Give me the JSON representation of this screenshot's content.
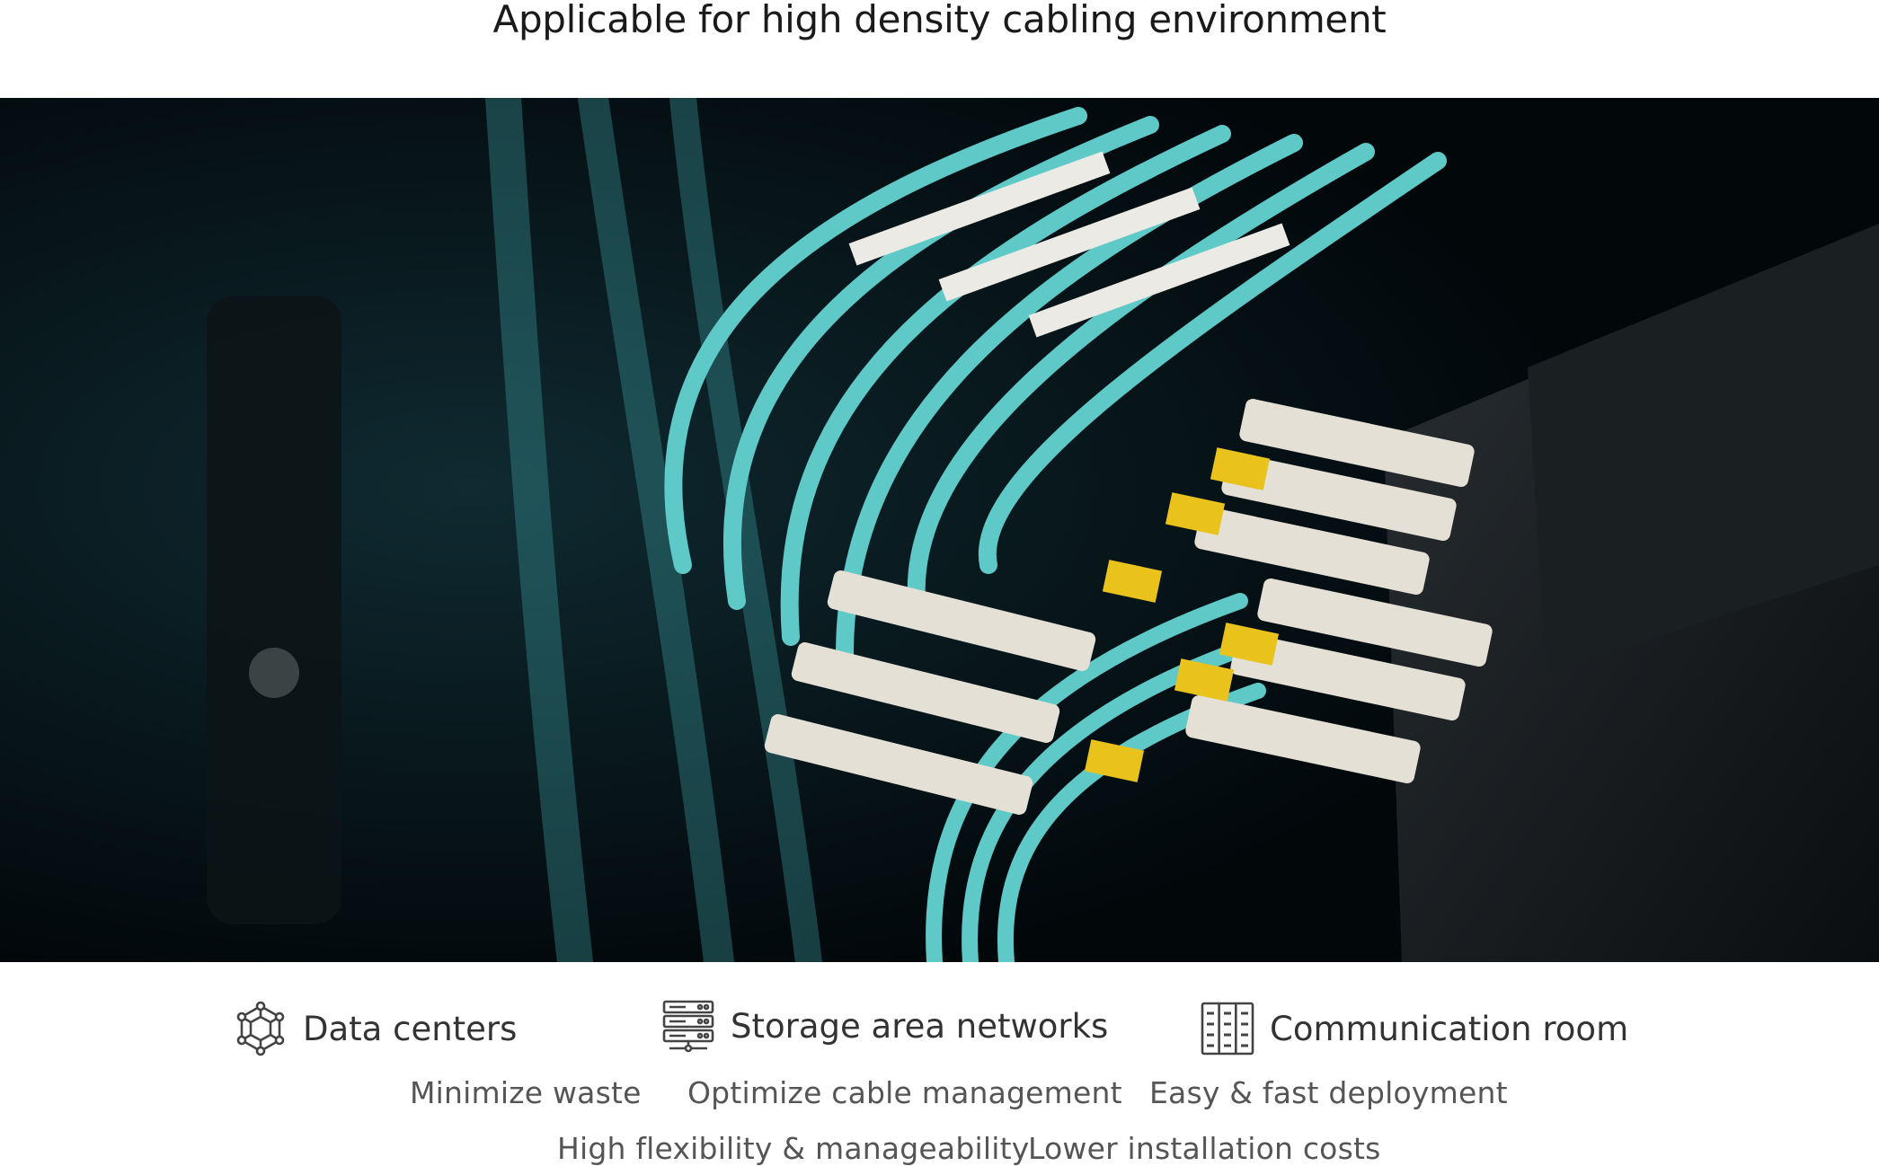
{
  "headline": "Applicable for high density cabling environment",
  "photo": {
    "cable_color": "#5fc9c7",
    "connector_color": "#e4e0d6",
    "boot_color": "#e9c21c",
    "background_color": "#03080b"
  },
  "features": [
    {
      "label": "Data centers",
      "icon": "network-hexagon-icon"
    },
    {
      "label": "Storage area networks",
      "icon": "server-stack-icon"
    },
    {
      "label": "Communication room",
      "icon": "rack-cabinet-icon"
    }
  ],
  "benefits": [
    "Minimize waste",
    "Optimize cable management",
    "Easy & fast deployment",
    "High flexibility & manageability",
    "Lower installation costs"
  ]
}
